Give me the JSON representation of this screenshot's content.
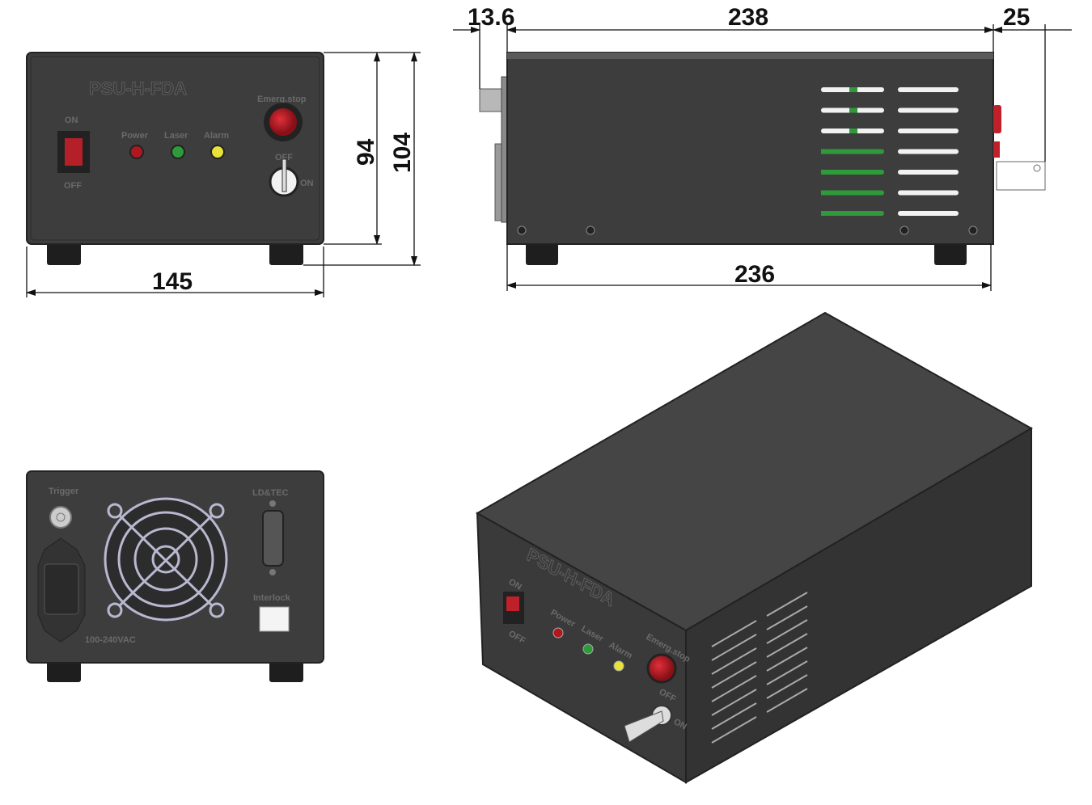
{
  "product": {
    "model": "PSU-H-FDA"
  },
  "front_panel": {
    "switch_on": "ON",
    "switch_off": "OFF",
    "led_power": "Power",
    "led_laser": "Laser",
    "led_alarm": "Alarm",
    "emergency_stop": "Emerg.stop",
    "key_off": "OFF",
    "key_on": "ON"
  },
  "rear_panel": {
    "trigger": "Trigger",
    "connector": "LD&TEC",
    "interlock": "Interlock",
    "power_input": "100-240VAC"
  },
  "dimensions": {
    "front_width": "145",
    "front_height_body": "94",
    "front_height_total": "104",
    "side_connector_offset": "13.6",
    "side_length_total": "238",
    "side_rear_offset": "25",
    "side_length_body": "236"
  },
  "colors": {
    "body": "#3d3d3d",
    "red": "#c0202a",
    "green": "#2e9a3a",
    "yellow": "#e8e23a"
  }
}
